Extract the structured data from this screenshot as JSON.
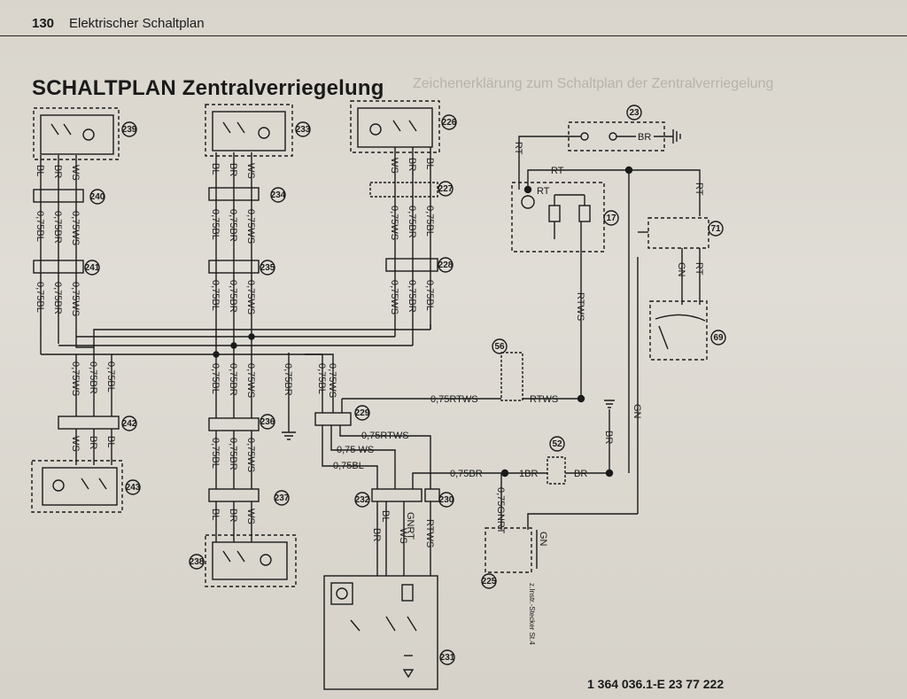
{
  "header": {
    "page_number": "130",
    "page_heading": "Elektrischer Schaltplan"
  },
  "title": "SCHALTPLAN Zentralverriegelung",
  "bleed_text": "Zeichenerklärung zum Schaltplan der Zentralverriegelung",
  "doc_number": "1 364 036.1-E 23 77 222",
  "components": {
    "c239": "239",
    "c240": "240",
    "c241": "241",
    "c242": "242",
    "c243": "243",
    "c233": "233",
    "c234": "234",
    "c235": "235",
    "c236": "236",
    "c237": "237",
    "c238": "238",
    "c226": "226",
    "c227": "227",
    "c228": "228",
    "c229": "229",
    "c230": "230",
    "c231": "231",
    "c232": "232",
    "c23": "23",
    "c17": "17",
    "c71": "71",
    "c69": "69",
    "c56": "56",
    "c52": "52",
    "c225": "225"
  },
  "wires": {
    "bl": "BL",
    "br": "BR",
    "ws": "WS",
    "rt": "RT",
    "gn": "GN",
    "bl075": "0,75BL",
    "br075": "0,75BR",
    "ws075": "0,75WS",
    "rtws": "RTWS",
    "rtws075": "0,75RTWS",
    "gnrt": "GNRT",
    "gnrt075": "0,75GNRT",
    "ws075b": "0,75 WS",
    "br1": "1BR",
    "bl075b": "0,75BL"
  },
  "note_225": "z.Instr.-Stecker St.4"
}
